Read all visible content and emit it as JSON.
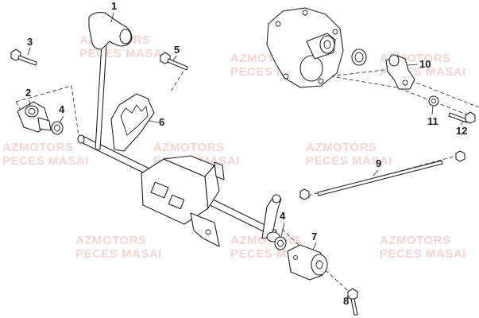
{
  "watermarks": [
    {
      "line1": "AZMOTORS",
      "line2": "PECES MASAI"
    },
    {
      "line1": "AZMOTORS",
      "line2": "PECES MASAI"
    },
    {
      "line1": "AZMOTORS",
      "line2": "PECES MASAI"
    },
    {
      "line1": "AZMOTORS",
      "line2": "PECES MASAI"
    },
    {
      "line1": "AZMOTORS",
      "line2": "PECES MASAI"
    },
    {
      "line1": "AZMOTORS",
      "line2": "PECES MASAI"
    },
    {
      "line1": "AZMOTORS",
      "line2": "PECES MASAI"
    },
    {
      "line1": "AZMOTORS",
      "line2": "PECES MASAI"
    },
    {
      "line1": "AZMOTORS",
      "line2": "PECES MASAI"
    }
  ],
  "callouts": {
    "c1": "1",
    "c2": "2",
    "c3": "3",
    "c4a": "4",
    "c4b": "4",
    "c5": "5",
    "c6": "6",
    "c7": "7",
    "c8": "8",
    "c9": "9",
    "c10": "10",
    "c11": "11",
    "c12": "12"
  }
}
